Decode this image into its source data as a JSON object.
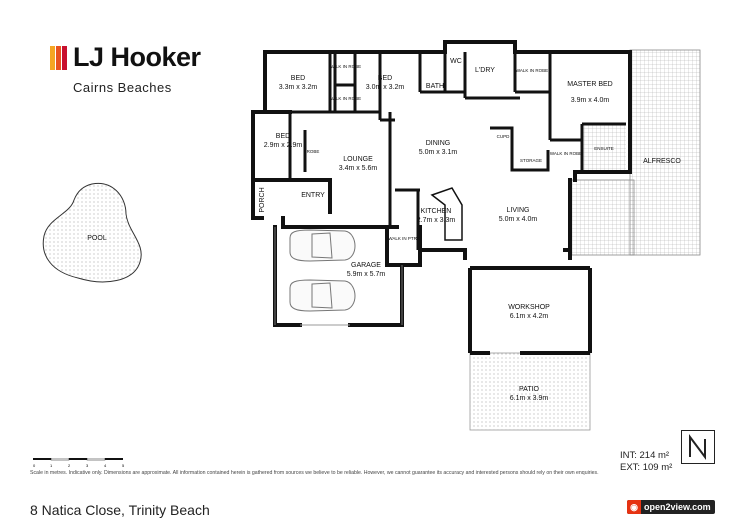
{
  "brand": {
    "name": "LJ Hooker",
    "office": "Cairns Beaches",
    "logo_colors": [
      "#f5a623",
      "#e8531f",
      "#c8102e"
    ]
  },
  "rooms": {
    "bed1": {
      "name": "BED",
      "size": "3.3m x 3.2m"
    },
    "bed2": {
      "name": "BED",
      "size": "3.0m x 3.2m"
    },
    "bed3": {
      "name": "BED",
      "size": "2.9m x 2.9m"
    },
    "master": {
      "name": "MASTER BED",
      "size": "3.9m x 4.0m"
    },
    "dining": {
      "name": "DINING",
      "size": "5.0m x 3.1m"
    },
    "lounge": {
      "name": "LOUNGE",
      "size": "3.4m x 5.6m"
    },
    "kitchen": {
      "name": "KITCHEN",
      "size": "2.7m x 3.3m"
    },
    "living": {
      "name": "LIVING",
      "size": "5.0m x 4.0m"
    },
    "garage": {
      "name": "GARAGE",
      "size": "5.9m x 5.7m"
    },
    "workshop": {
      "name": "WORKSHOP",
      "size": "6.1m x 4.2m"
    },
    "patio": {
      "name": "PATIO",
      "size": "6.1m x 3.9m"
    }
  },
  "labels": {
    "bath": "BATH",
    "wc": "WC",
    "ldry": "L'DRY",
    "walk_in_robe_1": "WALK IN ROBE",
    "walk_in_robe_2": "WALK IN ROBE",
    "walk_in_robe_master": "WALK IN ROBE",
    "walk_in_robe_3": "WALK IN ROBE",
    "ensuite": "ENSUITE",
    "storage": "STORAGE",
    "robe": "ROBE",
    "cupd": "CUPD",
    "alfresco": "ALFRESCO",
    "entry": "ENTRY",
    "porch": "PORCH",
    "walk_in_ptry": "WALK IN PTRY",
    "pool": "POOL"
  },
  "areas": {
    "internal": "INT: 214 m²",
    "external": "EXT: 109 m²"
  },
  "scale_ticks": [
    "0",
    "1",
    "2",
    "3",
    "4",
    "5"
  ],
  "disclaimer": "Scale in metres. Indicative only. Dimensions are approximate. All information contained herein is gathered from sources we believe to be reliable. However, we cannot guarantee its accuracy and interested persons should rely on their own enquiries.",
  "address": "8 Natica Close, Trinity Beach",
  "badge": "open2view.com"
}
